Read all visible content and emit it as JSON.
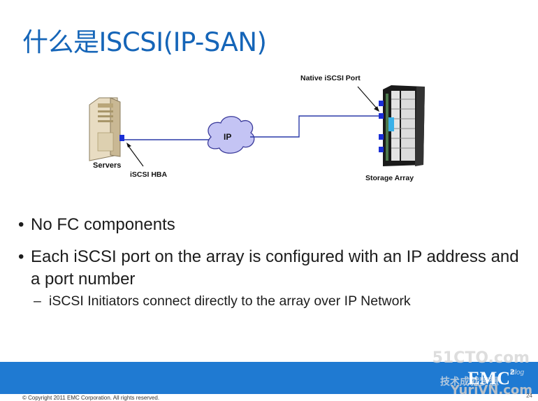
{
  "slide": {
    "title": "什么是ISCSI(IP-SAN)"
  },
  "diagram": {
    "servers_label": "Servers",
    "hba_label": "iSCSI HBA",
    "ip_cloud_label": "IP",
    "native_port_label": "Native iSCSI Port",
    "storage_label": "Storage Array"
  },
  "bullets": [
    {
      "text": "No FC components"
    },
    {
      "text": "Each iSCSI port on the array is configured with an IP address and a port number"
    }
  ],
  "sub_bullets": [
    {
      "text": "iSCSI Initiators connect directly to the array over IP Network"
    }
  ],
  "footer": {
    "copyright": "© Copyright 2011 EMC Corporation. All rights reserved.",
    "logo_text": "EMC",
    "logo_superscript": "2",
    "page_number": "24",
    "watermark_main": "51CTO.com",
    "watermark_sub": "技术成就梦想",
    "watermark_blog": "Blog",
    "watermark_site": "YuriVN.com"
  },
  "colors": {
    "title": "#1565b8",
    "footer_band": "#1f7ad2",
    "port_blue": "#1a2fd6",
    "link_line": "#2a3aa8"
  }
}
